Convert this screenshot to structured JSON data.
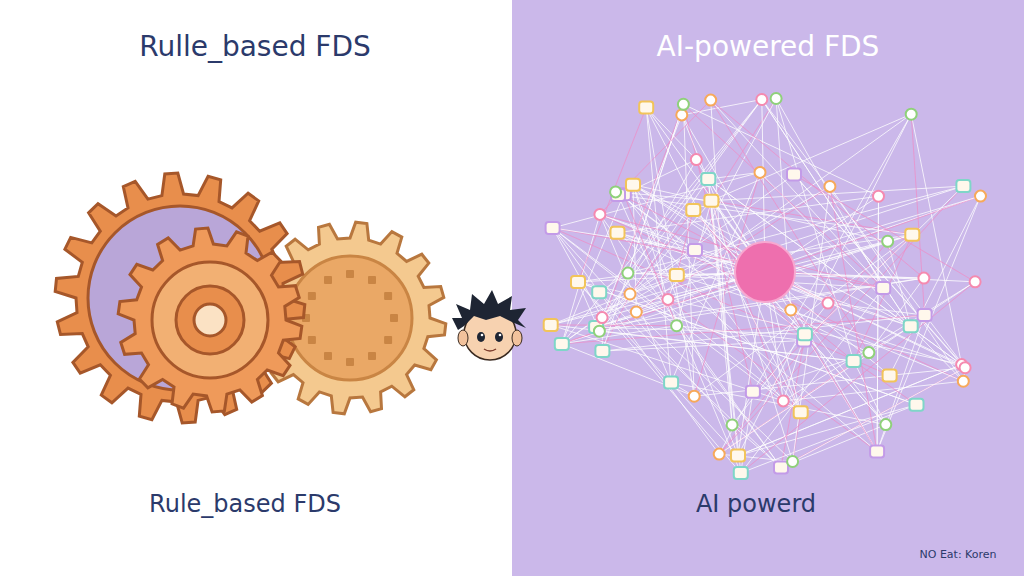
{
  "diagram": {
    "labels": [
      "Rulle_based FDS",
      "AI-powered FDS",
      "Rule_based FDS",
      "AI powerd",
      "NO Eat: Koren"
    ]
  }
}
